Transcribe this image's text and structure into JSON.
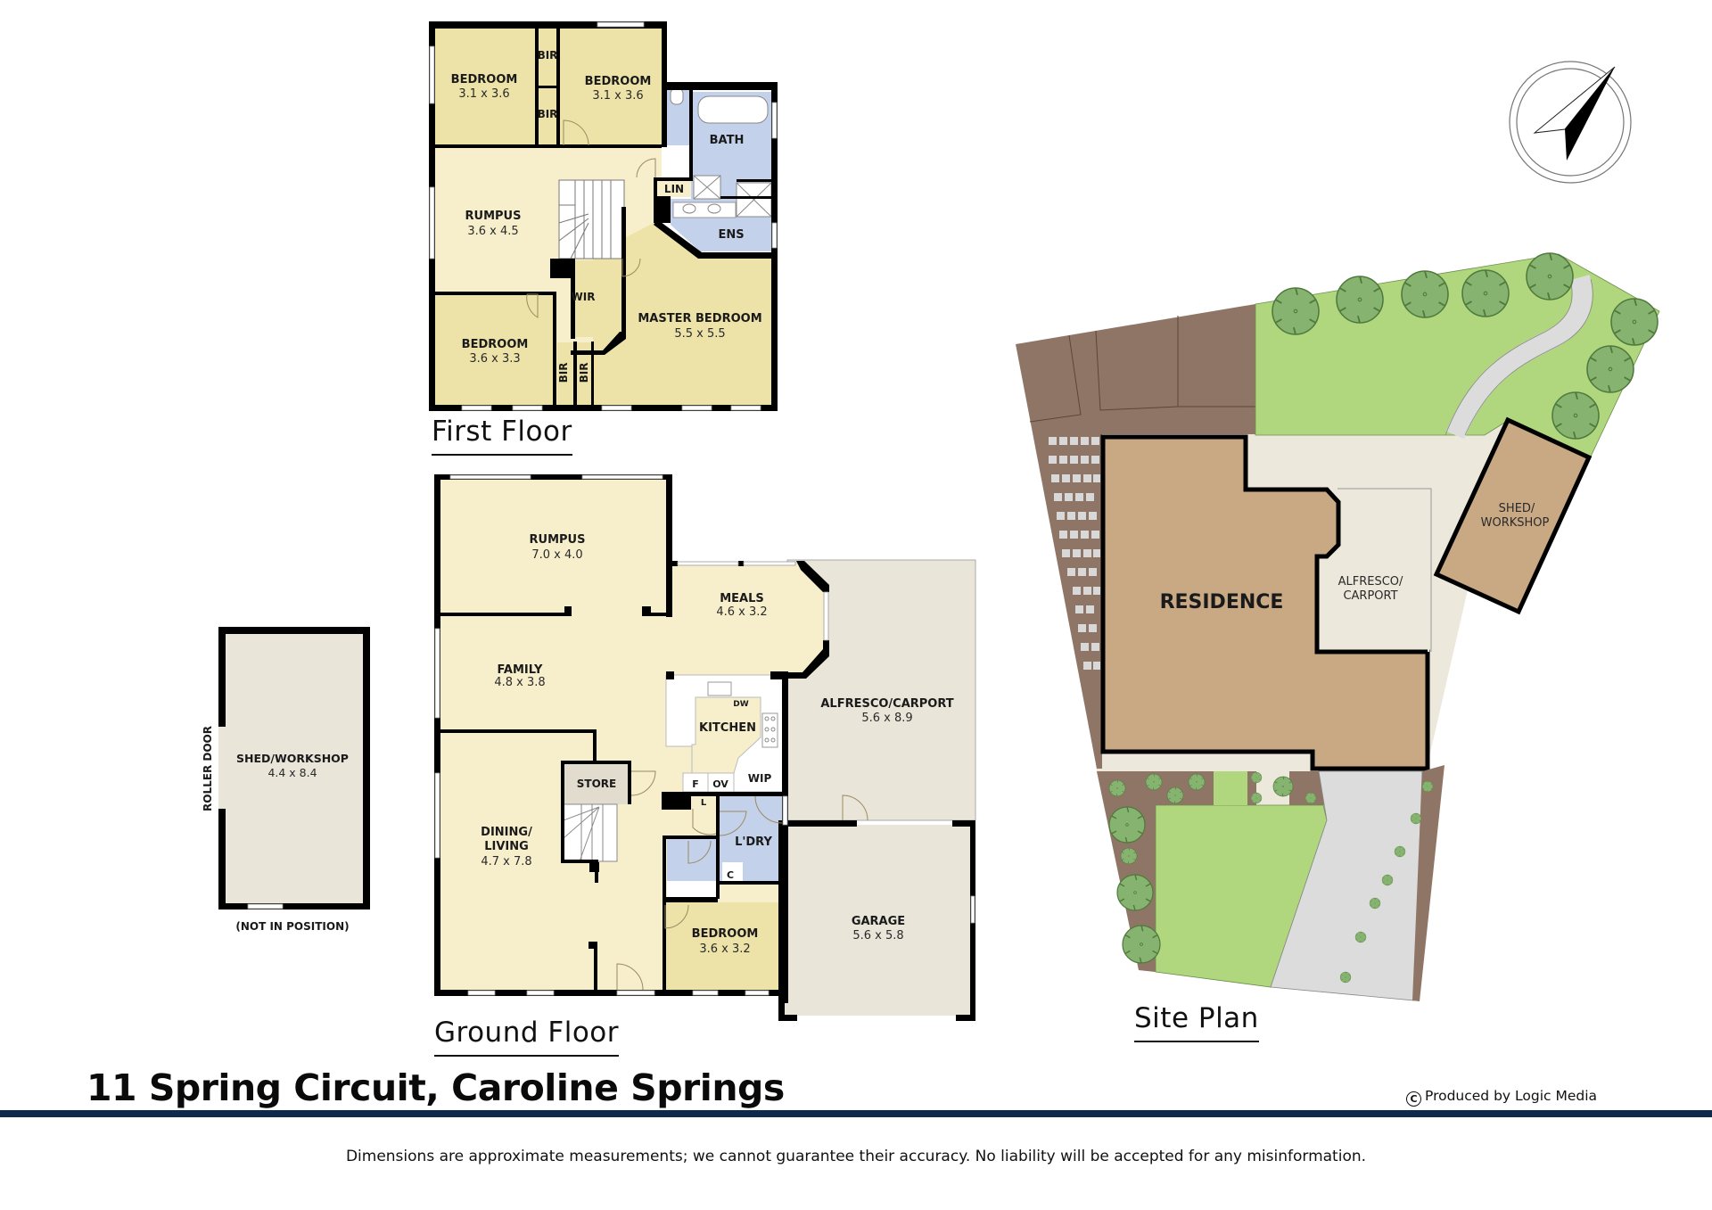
{
  "property": {
    "address": "11 Spring Circuit, Caroline Springs",
    "credit": "Produced by Logic Media",
    "credit_icon": "copyright-icon",
    "disclaimer": "Dimensions are approximate measurements; we cannot guarantee their accuracy. No liability will be accepted for any misinformation."
  },
  "colors": {
    "living": "#f7efcc",
    "bedroom": "#ede3a8",
    "wet": "#c3d1ea",
    "outdoor": "#e9e5d9",
    "wall": "#000000",
    "accent_bar": "#0e2a4d",
    "site_residence": "#c8a984",
    "site_paving": "#8f7566",
    "site_lawn": "#b0d67e",
    "site_tree": "#86b36f",
    "site_path": "#dcdcdc",
    "site_cream": "#ece8dc"
  },
  "first_floor": {
    "caption": "First Floor",
    "rooms": [
      {
        "name": "BEDROOM",
        "dims": "3.1 x 3.6"
      },
      {
        "name": "BEDROOM",
        "dims": "3.1 x 3.6"
      },
      {
        "name": "BATH",
        "dims": ""
      },
      {
        "name": "RUMPUS",
        "dims": "3.6 x 4.5"
      },
      {
        "name": "LIN",
        "dims": ""
      },
      {
        "name": "ENS",
        "dims": ""
      },
      {
        "name": "WIR",
        "dims": ""
      },
      {
        "name": "MASTER BEDROOM",
        "dims": "5.5 x 5.5"
      },
      {
        "name": "BEDROOM",
        "dims": "3.6 x 3.3"
      },
      {
        "name": "BIR",
        "dims": ""
      }
    ]
  },
  "ground_floor": {
    "caption": "Ground Floor",
    "rooms": [
      {
        "name": "RUMPUS",
        "dims": "7.0 x 4.0"
      },
      {
        "name": "MEALS",
        "dims": "4.6 x 3.2"
      },
      {
        "name": "FAMILY",
        "dims": "4.8 x 3.8"
      },
      {
        "name": "KITCHEN",
        "dims": ""
      },
      {
        "name": "ALFRESCO/CARPORT",
        "dims": "5.6 x 8.9"
      },
      {
        "name": "STORE",
        "dims": ""
      },
      {
        "name": "DINING/",
        "name2": "LIVING",
        "dims": "4.7 x 7.8"
      },
      {
        "name": "WIP",
        "dims": ""
      },
      {
        "name": "L'DRY",
        "dims": ""
      },
      {
        "name": "BEDROOM",
        "dims": "3.6 x 3.2"
      },
      {
        "name": "GARAGE",
        "dims": "5.6 x 5.8"
      }
    ],
    "fixtures": {
      "dw": "DW",
      "fridge": "F",
      "oven": "OV",
      "linen": "L",
      "cupboard": "C"
    }
  },
  "shed_plan": {
    "name": "SHED/WORKSHOP",
    "dims": "4.4 x 8.4",
    "door_label": "ROLLER DOOR",
    "note": "(NOT IN POSITION)"
  },
  "site_plan": {
    "caption": "Site Plan",
    "residence": "RESIDENCE",
    "alfresco_line1": "ALFRESCO/",
    "alfresco_line2": "CARPORT",
    "shed_line1": "SHED/",
    "shed_line2": "WORKSHOP",
    "compass_icon": "north-arrow-icon"
  },
  "bir": "BIR"
}
